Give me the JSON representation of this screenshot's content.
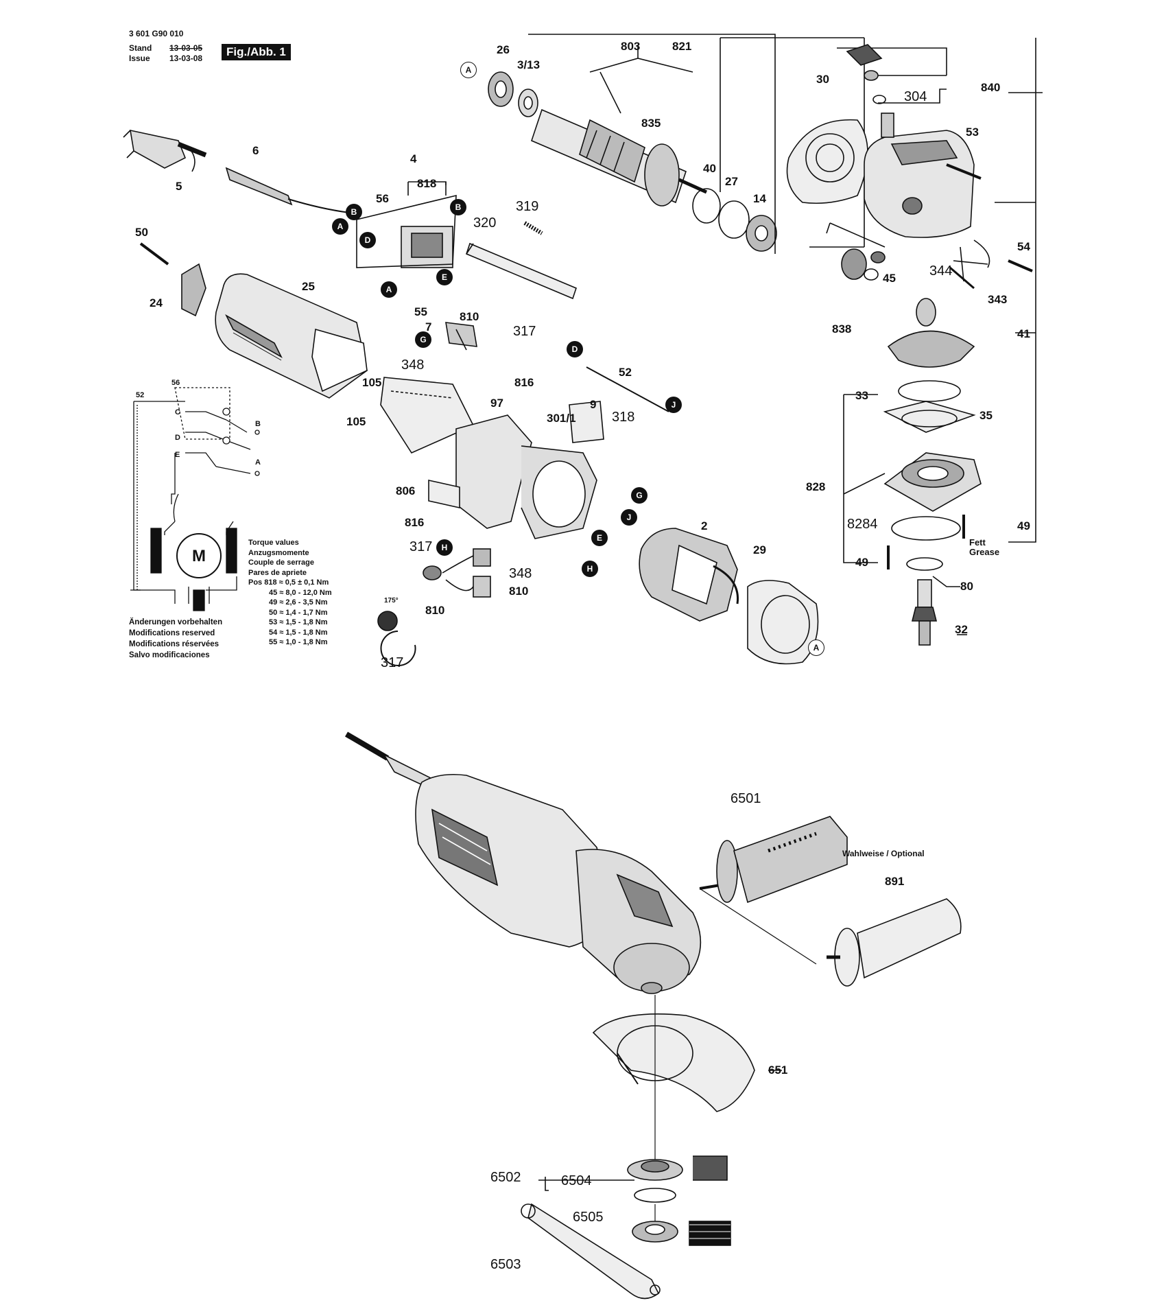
{
  "header": {
    "doc_number": "3 601 G90 010",
    "stand_label": "Stand",
    "stand_date": "13-03-05",
    "issue_label": "Issue",
    "issue_date": "13-03-08",
    "figure_badge": "Fig./Abb. 1"
  },
  "callouts": {
    "A": "A",
    "B": "B",
    "D": "D",
    "E": "E",
    "G": "G",
    "H": "H",
    "J": "J"
  },
  "part_labels": {
    "p26": "26",
    "p3_13": "3/13",
    "p803": "803",
    "p821": "821",
    "p835": "835",
    "p30": "30",
    "p840": "840",
    "p304": "304",
    "p53": "53",
    "p6": "6",
    "p5": "5",
    "p4": "4",
    "p818": "818",
    "p56": "56",
    "p319": "319",
    "p320": "320",
    "p40": "40",
    "p27": "27",
    "p14": "14",
    "p50": "50",
    "p24": "24",
    "p25": "25",
    "p54": "54",
    "p344": "344",
    "p45": "45",
    "p343": "343",
    "p55": "55",
    "p7": "7",
    "p810": "810",
    "p317": "317",
    "p838": "838",
    "p41": "41",
    "p348": "348",
    "p816": "816",
    "p52": "52",
    "p105a": "105",
    "p105b": "105",
    "p97": "97",
    "p301_1": "301/1",
    "p9": "9",
    "p318": "318",
    "p33": "33",
    "p35": "35",
    "p828": "828",
    "p806": "806",
    "p816b": "816",
    "p2": "2",
    "p8284": "8284",
    "p49a": "49",
    "p49b": "49",
    "p29": "29",
    "p317b": "317",
    "p348b": "348",
    "p810b": "810",
    "p80": "80",
    "p810c": "810",
    "p32": "32",
    "p317c": "317",
    "p6501": "6501",
    "p891": "891",
    "p651": "651",
    "p6502": "6502",
    "p6504": "6504",
    "p6505": "6505",
    "p6503": "6503"
  },
  "fett_grease": {
    "line1": "Fett",
    "line2": "Grease"
  },
  "optional_label": "Wahlweise / Optional",
  "schematic": {
    "l56": "56",
    "l52": "52",
    "C": "C",
    "D": "D",
    "E": "E",
    "B": "B",
    "A": "A",
    "motor": "M"
  },
  "torque_title": [
    "Torque values",
    "Anzugsmomente",
    "Couple de serrage",
    "Pares de apriete"
  ],
  "torque_rows": [
    "Pos 818 ≈  0,5 ± 0,1 Nm",
    "45 ≈  8,0 - 12,0 Nm",
    "49 ≈  2,6 - 3,5 Nm",
    "50 ≈  1,4 - 1,7 Nm",
    "53 ≈  1,5 - 1,8 Nm",
    "54 ≈  1,5 - 1,8 Nm",
    "55 ≈  1,0 - 1,8 Nm"
  ],
  "notes": [
    "Änderungen vorbehalten",
    "Modifications reserved",
    "Modifications réservées",
    "Salvo modificaciones"
  ],
  "angle_label": "175°"
}
